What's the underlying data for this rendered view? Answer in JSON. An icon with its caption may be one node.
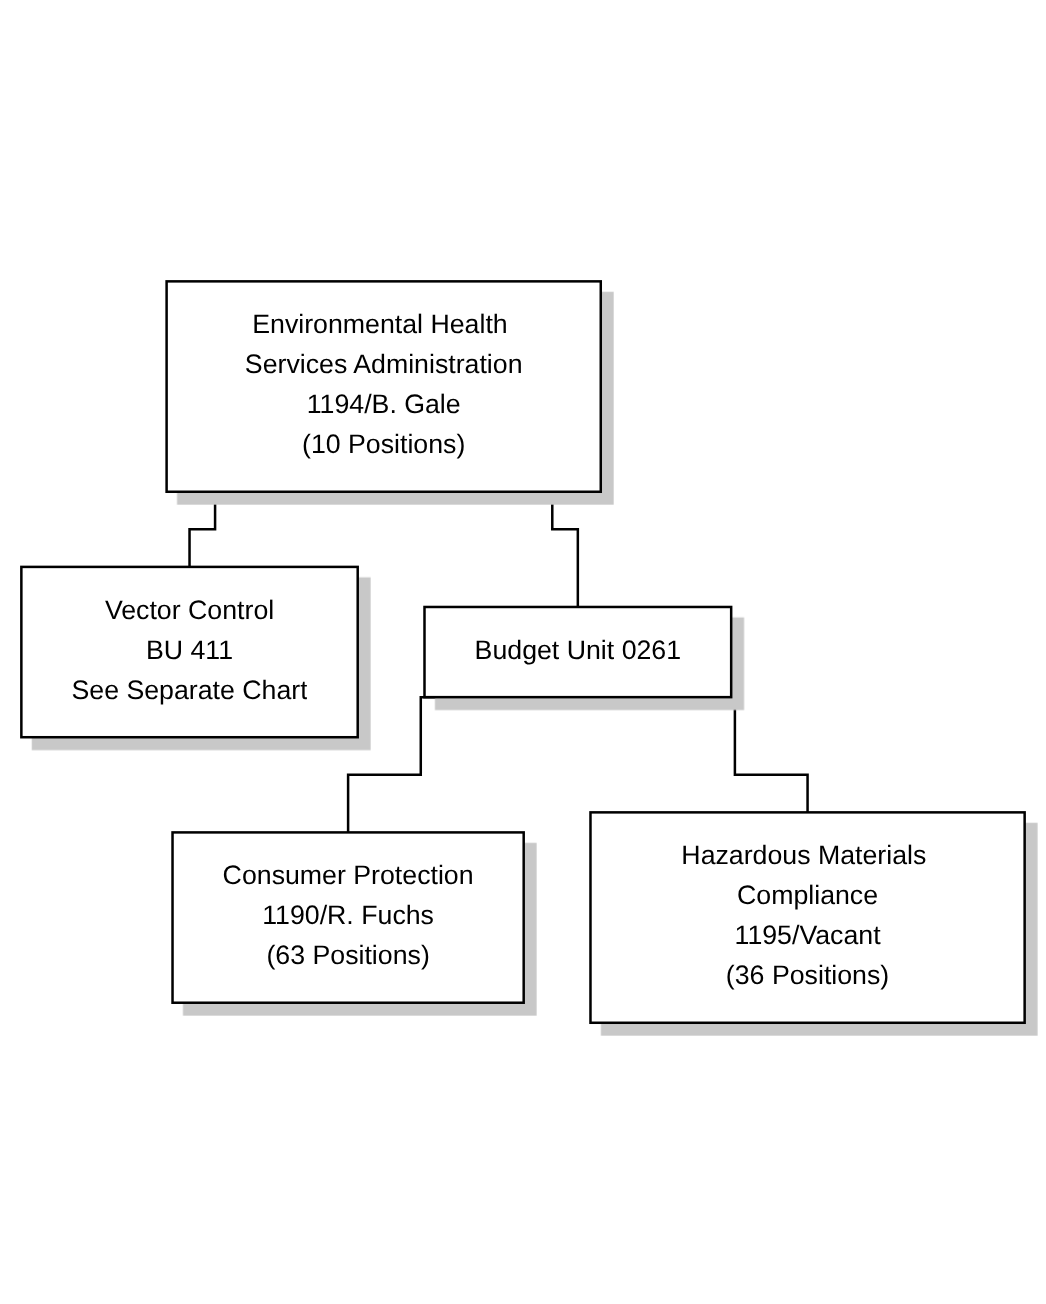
{
  "diagram": {
    "nodes": [
      {
        "text": [
          "Environmental Health Services Administration",
          "1194/B. Gale",
          "(10 Positions)"
        ]
      },
      {
        "text": [
          "Vector Control",
          "BU 411",
          "See Separate Chart"
        ]
      },
      {
        "text": [
          "Budget Unit 0261"
        ]
      },
      {
        "text": [
          "Consumer Protection",
          "1190/R. Fuchs",
          "(63 Positions)"
        ]
      },
      {
        "text": [
          "Hazardous Materials Compliance",
          "1195/Vacant",
          "(36 Positions)"
        ]
      }
    ],
    "edges": [
      {
        "from": 0,
        "to": 1,
        "arrow": "none"
      },
      {
        "from": 0,
        "to": 2,
        "arrow": "none"
      },
      {
        "from": 2,
        "to": 3,
        "arrow": "none"
      },
      {
        "from": 2,
        "to": 4,
        "arrow": "none"
      }
    ]
  }
}
